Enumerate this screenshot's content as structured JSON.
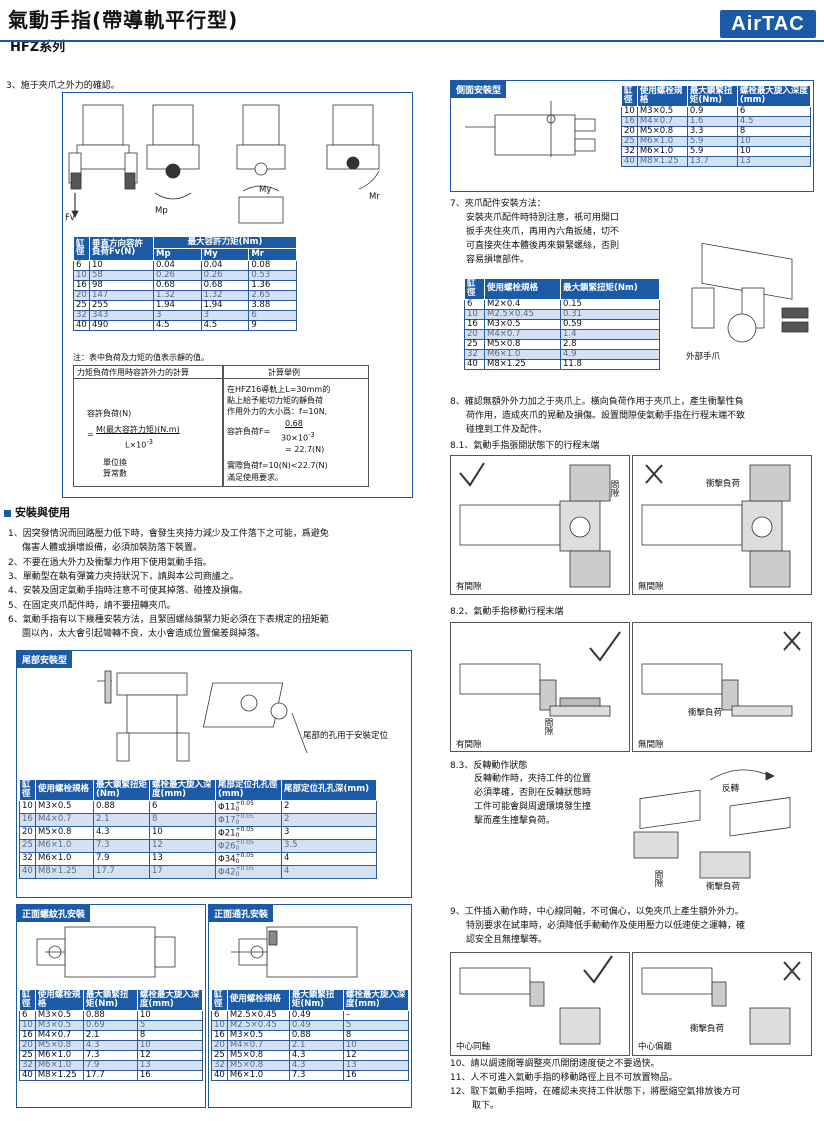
{
  "header": {
    "title": "氣動手指(帶導軌平行型)",
    "series": "HFZ系列",
    "logo": "AirTAC"
  },
  "left": {
    "item3": "3、施于夾爪之外力的確認。",
    "diagram_labels": [
      "Fv",
      "Mp",
      "My",
      "Mr"
    ],
    "load_table": {
      "headers": [
        "缸徑",
        "垂直方向容許負荷Fv(N)",
        "最大容許力矩(Nm)",
        "Mp",
        "My",
        "Mr"
      ],
      "rows": [
        [
          "6",
          "10",
          "0.04",
          "0.04",
          "0.08"
        ],
        [
          "10",
          "58",
          "0.26",
          "0.26",
          "0.53"
        ],
        [
          "16",
          "98",
          "0.68",
          "0.68",
          "1.36"
        ],
        [
          "20",
          "147",
          "1.32",
          "1.32",
          "2.65"
        ],
        [
          "25",
          "255",
          "1.94",
          "1.94",
          "3.88"
        ],
        [
          "32",
          "343",
          "3",
          "3",
          "6"
        ],
        [
          "40",
          "490",
          "4.5",
          "4.5",
          "9"
        ]
      ]
    },
    "note": "注：表中負荷及力矩的值表示靜的值。",
    "calc": {
      "h1": "力矩負荷作用時容許外力的計算",
      "h2": "計算舉例",
      "l1": "容許負荷(N)",
      "l2": "M(最大容許力矩)(N.m)",
      "l3": "L×10",
      "l3sup": "-3",
      "l4": "單位換",
      "l5": "算常數",
      "r1": "在HFZ16導軌上L=30mm的",
      "r2": "點上給予能切力矩的靜負荷",
      "r3": "作用外力的大小爲：f=10N,",
      "r4": "容許負荷F=",
      "r5": "0.68",
      "r6": "30×10",
      "r6sup": "-3",
      "r7": "= 22.7(N)",
      "r8": "實際負荷f=10(N)<22.7(N)",
      "r9": "滿足使用要求。"
    },
    "section": "安裝與使用",
    "items": [
      "1、因突發情況而回路壓力低下時，會發生夾持力減少及工件落下之可能，爲避免",
      "傷害人體或損壞設備，必須加裝防落下裝置。",
      "2、不要在過大外力及衝擊力作用下使用氣動手指。",
      "3、單動型在執有彈簧力夾持狀況下，請與本公司商議之。",
      "4、安裝及固定氣動手指時注意不可使其掉落、碰撞及損傷。",
      "5、在固定夾爪配件時，請不要扭轉夾爪。",
      "6、氣動手指有以下幾種安裝方法，且緊固螺絲鎖緊力矩必須在下表規定的扭矩範",
      "圍以內，太大會引起彎轉不良，太小會造成位置偏差與掉落。"
    ],
    "tail": {
      "title": "尾部安裝型",
      "note": "尾部的孔用于安裝定位",
      "headers": [
        "缸徑",
        "使用螺栓規格",
        "最大鎖緊扭矩(Nm)",
        "螺栓最大旋入深度(mm)",
        "尾部定位孔孔徑(mm)",
        "尾部定位孔孔深(mm)"
      ],
      "rows": [
        [
          "10",
          "M3×0.5",
          "0.88",
          "6",
          "Φ11",
          "2"
        ],
        [
          "16",
          "M4×0.7",
          "2.1",
          "8",
          "Φ17",
          "2"
        ],
        [
          "20",
          "M5×0.8",
          "4.3",
          "10",
          "Φ21",
          "3"
        ],
        [
          "25",
          "M6×1.0",
          "7.3",
          "12",
          "Φ26",
          "3.5"
        ],
        [
          "32",
          "M6×1.0",
          "7.9",
          "13",
          "Φ34",
          "4"
        ],
        [
          "40",
          "M8×1.25",
          "17.7",
          "17",
          "Φ42",
          "4"
        ]
      ],
      "tol_sup": "+0.05",
      "tol_sub": "0"
    },
    "front_thread": {
      "title": "正面螺紋孔安裝",
      "headers": [
        "缸徑",
        "使用螺栓規格",
        "最大鎖緊扭矩(Nm)",
        "螺栓最大旋入深度(mm)"
      ],
      "rows": [
        [
          "6",
          "M3×0.5",
          "0.88",
          "10"
        ],
        [
          "10",
          "M3×0.5",
          "0.69",
          "5"
        ],
        [
          "16",
          "M4×0.7",
          "2.1",
          "8"
        ],
        [
          "20",
          "M5×0.8",
          "4.3",
          "10"
        ],
        [
          "25",
          "M6×1.0",
          "7.3",
          "12"
        ],
        [
          "32",
          "M6×1.0",
          "7.9",
          "13"
        ],
        [
          "40",
          "M8×1.25",
          "17.7",
          "16"
        ]
      ]
    },
    "front_through": {
      "title": "正面通孔安裝",
      "headers": [
        "缸徑",
        "使用螺栓規格",
        "最大鎖緊扭矩(Nm)",
        "螺栓最大旋入深度(mm)"
      ],
      "rows": [
        [
          "6",
          "M2.5×0.45",
          "0.49",
          "–"
        ],
        [
          "10",
          "M2.5×0.45",
          "0.49",
          "5"
        ],
        [
          "16",
          "M3×0.5",
          "0.88",
          "8"
        ],
        [
          "20",
          "M4×0.7",
          "2.1",
          "10"
        ],
        [
          "25",
          "M5×0.8",
          "4.3",
          "12"
        ],
        [
          "32",
          "M5×0.8",
          "4.3",
          "13"
        ],
        [
          "40",
          "M6×1.0",
          "7.3",
          "16"
        ]
      ]
    }
  },
  "right": {
    "side": {
      "title": "側面安裝型",
      "headers": [
        "缸徑",
        "使用螺栓規格",
        "最大鎖緊扭矩(Nm)",
        "螺栓最大旋入深度(mm)"
      ],
      "rows": [
        [
          "10",
          "M3×0.5",
          "0.9",
          "6"
        ],
        [
          "16",
          "M4×0.7",
          "1.6",
          "4.5"
        ],
        [
          "20",
          "M5×0.8",
          "3.3",
          "8"
        ],
        [
          "25",
          "M6×1.0",
          "5.9",
          "10"
        ],
        [
          "32",
          "M6×1.0",
          "5.9",
          "10"
        ],
        [
          "40",
          "M8×1.25",
          "13.7",
          "13"
        ]
      ]
    },
    "item7": [
      "7、夾爪配件安裝方法：",
      "安裝夾爪配件時特別注意，祇可用開口",
      "扳手夾住夾爪，再用內六角扳緒，切不",
      "可直接夾住本體後再來鎖緊螺絲，否則",
      "容易損壞部件。"
    ],
    "bolt": {
      "headers": [
        "缸徑",
        "使用螺栓規格",
        "最大鎖緊扭矩(Nm)"
      ],
      "rows": [
        [
          "6",
          "M2×0.4",
          "0.15"
        ],
        [
          "10",
          "M2.5×0.45",
          "0.31"
        ],
        [
          "16",
          "M3×0.5",
          "0.59"
        ],
        [
          "20",
          "M4×0.7",
          "1.4"
        ],
        [
          "25",
          "M5×0.8",
          "2.8"
        ],
        [
          "32",
          "M6×1.0",
          "4.9"
        ],
        [
          "40",
          "M8×1.25",
          "11.8"
        ]
      ]
    },
    "ext_jaw": "外部手爪",
    "item8": [
      "8、確認無額外外力加之于夾爪上。橫向負荷作用于夾爪上，產生衝擊性負",
      "荷作用，造成夾爪的晃動及損傷。設置間隙使氣動手指在行程末端不致",
      "碰撞到工件及配件。"
    ],
    "item81": "8.1、氣動手指張開狀態下的行程末端",
    "item82": "8.2、氣動手指移動行程末端",
    "item83": "8.3、反轉動作狀態",
    "item83_text": [
      "反轉動作時，夾持工件的位置",
      "必須準確，否則在反轉狀態時",
      "工件可能會與周邊環境發生撞",
      "擊而產生撞擊負荷。"
    ],
    "fanzhuan": "反轉",
    "gap": "間隙",
    "with_gap": "有間隙",
    "no_gap": "無間隙",
    "impact": "衝擊負荷",
    "item9": [
      "9、工件插入動作時，中心線同軸，不可偏心，以免夾爪上產生額外外力。",
      "特別要求在試車時，必須降低手動動作及使用壓力以低速使之運轉，確",
      "認安全且無撞擊等。"
    ],
    "coaxial": "中心同軸",
    "offset": "中心偏離",
    "items_end": [
      "10、請以調速閥等調整夾爪開閉速度使之不要過快。",
      "11、人不可進入氣動手指的移動路徑上且不可放置物品。",
      "12、取下氣動手指時，在確認未夾持工件狀態下，將壓縮空氣排放後方可",
      "取下。"
    ],
    "check": "✓",
    "cross": "✕"
  }
}
